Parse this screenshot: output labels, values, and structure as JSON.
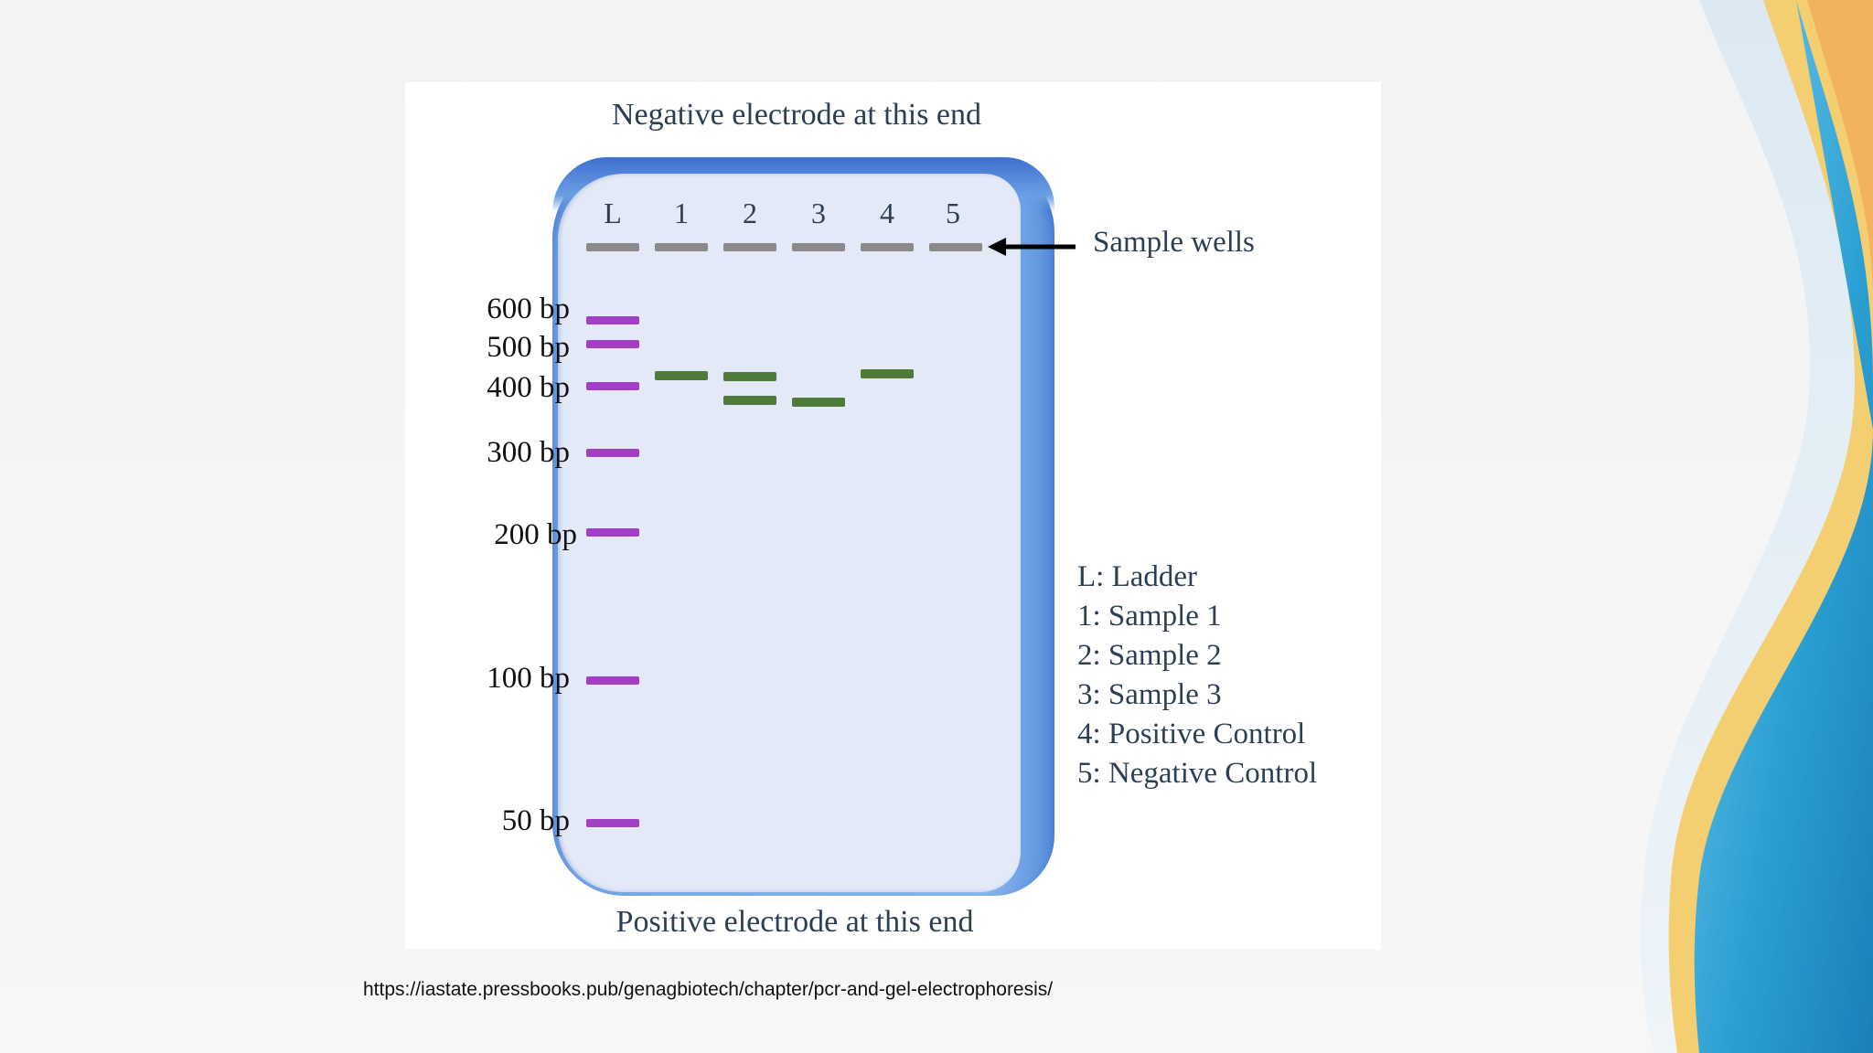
{
  "figure": {
    "negative_label": "Negative electrode at this end",
    "positive_label": "Positive electrode at this end",
    "lanes": [
      "L",
      "1",
      "2",
      "3",
      "4",
      "5"
    ],
    "sample_wells_label": "Sample wells",
    "ladder": [
      "600 bp",
      "500 bp",
      "400 bp",
      "300 bp",
      "200 bp",
      "100 bp",
      "50 bp"
    ],
    "key": [
      "L: Ladder",
      "1: Sample 1",
      "2: Sample 2",
      "3: Sample 3",
      "4: Positive Control",
      "5: Negative Control"
    ],
    "colors": {
      "ladder_band": "#a23fc4",
      "sample_band": "#4e7a3a",
      "well": "#8a8a8a",
      "gel": "#e3e9f6",
      "gel_border": "#74a5e8"
    }
  },
  "source": "https://iastate.pressbooks.pub/genagbiotech/chapter/pcr-and-gel-electrophoresis/"
}
